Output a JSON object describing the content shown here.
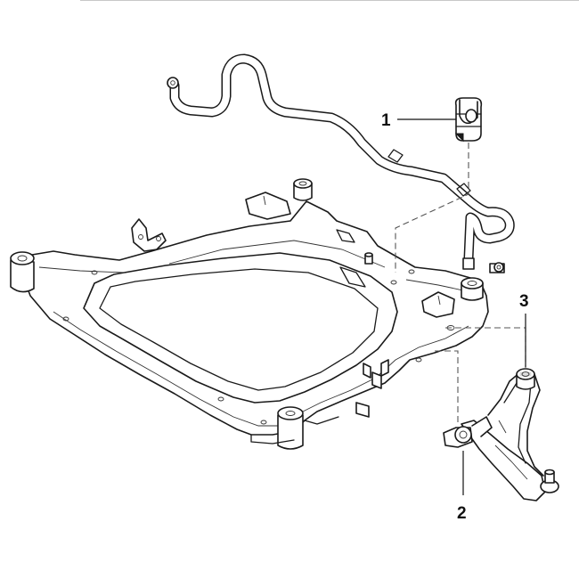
{
  "callouts": [
    {
      "id": "1",
      "label": "1"
    },
    {
      "id": "2",
      "label": "2"
    },
    {
      "id": "3",
      "label": "3"
    }
  ],
  "parts": {
    "stabilizer_bar": "stabilizer-bar",
    "stabilizer_bushing": "stabilizer-bushing",
    "front_subframe": "front-suspension-member",
    "lower_control_arm": "transverse-link",
    "front_bushing": "front-bushing",
    "rear_bushing": "rear-bushing"
  },
  "colors": {
    "line": "#1a1a1a",
    "background": "#ffffff",
    "leader_dashed": "#555555"
  }
}
